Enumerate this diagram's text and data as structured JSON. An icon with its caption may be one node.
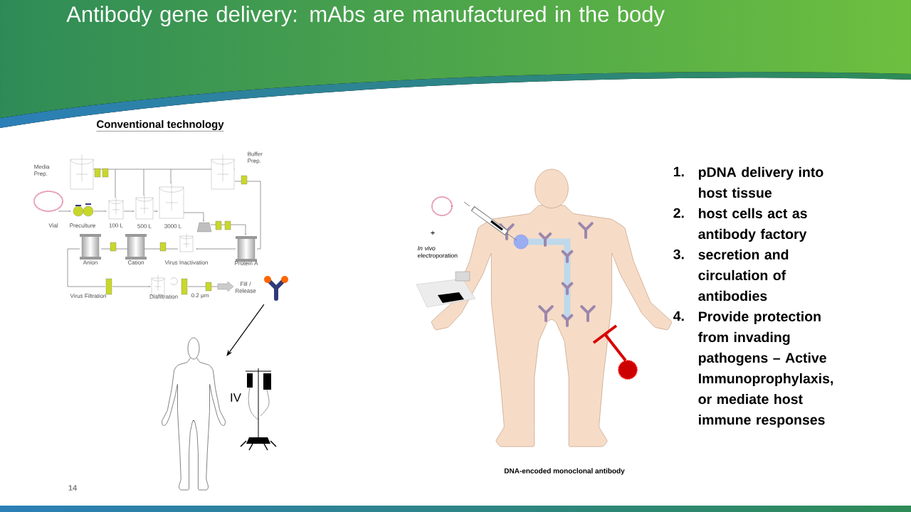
{
  "diagram": {
    "title": "Antibody gene delivery: mAbs are manufactured in the body",
    "nodes": [
      {
        "text": [],
        "shape": "picture"
      },
      {
        "text": [],
        "shape": "person"
      }
    ],
    "edges": [
      {
        "from": 0,
        "to": 1,
        "arrow": "to"
      }
    ],
    "labels": [
      "Conventional technology",
      "Media Prep.",
      "Buffer Prep.",
      "Vial",
      "Preculture",
      "100 L",
      "500 L",
      "3000 L",
      "Anion",
      "Cation",
      "Virus Inactivation",
      "Protein A",
      "Virus Filtration",
      "Diafiltration",
      "0.2 μm",
      "Fill / Release",
      "IV",
      "+",
      "*In vivo* electroporation",
      "1.",
      "pDNA delivery into host tissue",
      "2.",
      "host cells act as antibody factory",
      "3.",
      "secretion and circulation of antibodies",
      "4.",
      "Provide protection from invading pathogens – Active Immunoprophylaxis, or mediate host immune responses",
      "DNA-encoded monoclonal antibody",
      "14"
    ]
  }
}
